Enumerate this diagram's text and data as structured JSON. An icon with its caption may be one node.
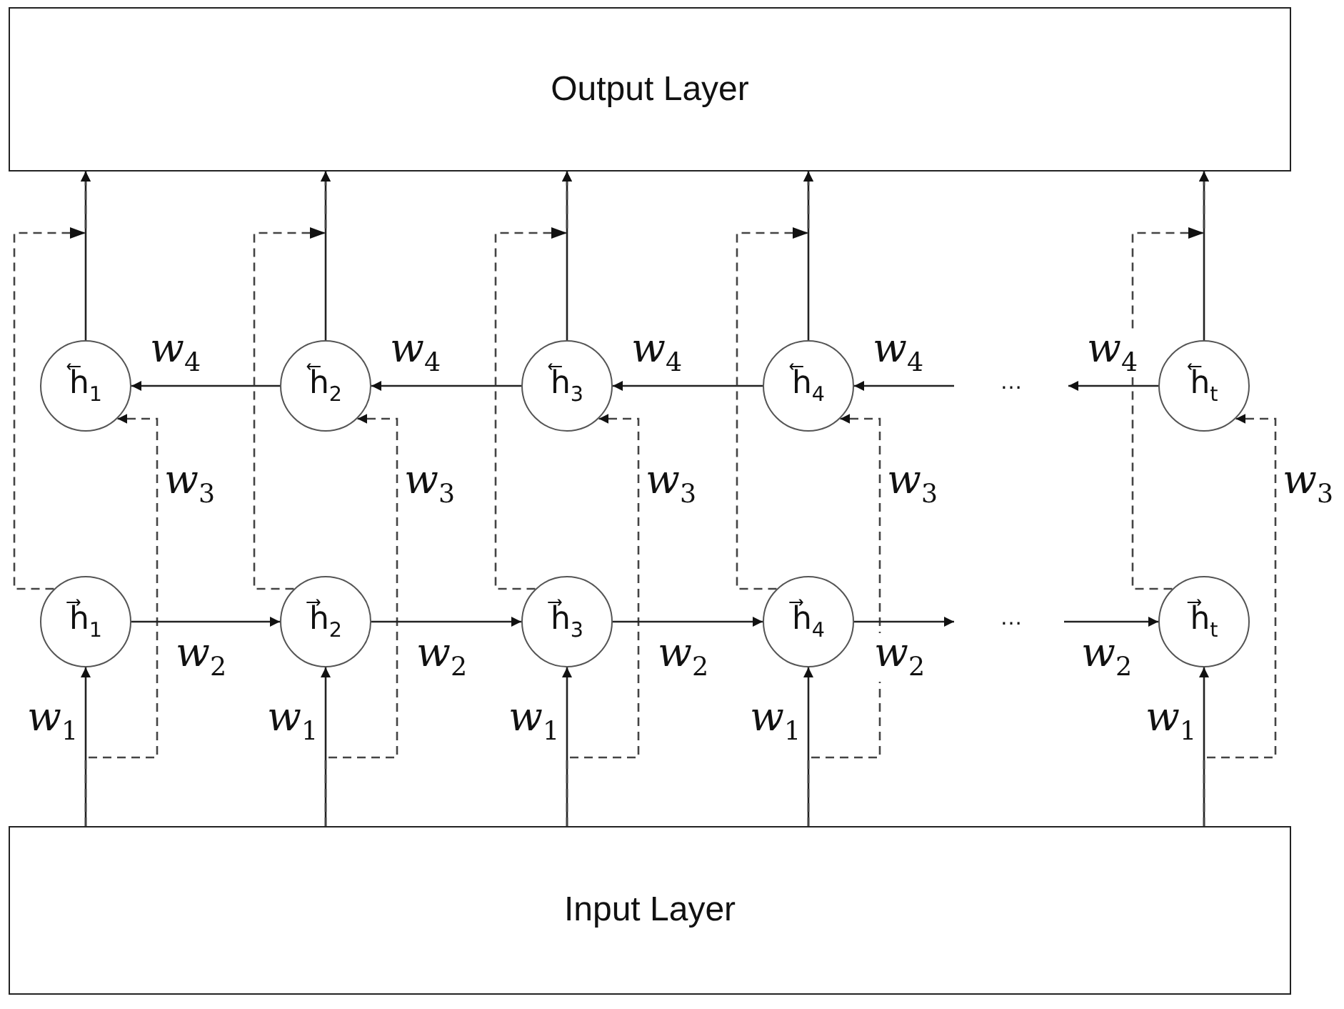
{
  "diagram": {
    "nodes": [
      {
        "text": [
          "Output Layer"
        ]
      },
      {
        "text": [
          "h⃖$_{1}$"
        ]
      },
      {
        "text": [
          "h⃖$_{2}$"
        ]
      },
      {
        "text": [
          "h⃖$_{3}$"
        ]
      },
      {
        "text": [
          "h⃖$_{4}$"
        ]
      },
      {
        "text": [
          "h⃖$_{t}$"
        ]
      },
      {
        "text": [
          "h⃗$_{1}$"
        ]
      },
      {
        "text": [
          "h⃗$_{2}$"
        ]
      },
      {
        "text": [
          "h⃗$_{3}$"
        ]
      },
      {
        "text": [
          "h⃗$_{4}$"
        ]
      },
      {
        "text": [
          "h⃗$_{t}$"
        ]
      },
      {
        "text": [
          "Input Layer"
        ]
      }
    ],
    "edges": [
      {
        "from": 11,
        "to": 6,
        "arrow": "to",
        "label": "*w*$_{1}$"
      },
      {
        "from": 11,
        "to": 7,
        "arrow": "to",
        "label": "*w*$_{1}$"
      },
      {
        "from": 11,
        "to": 8,
        "arrow": "to",
        "label": "*w*$_{1}$"
      },
      {
        "from": 11,
        "to": 9,
        "arrow": "to",
        "label": "*w*$_{1}$"
      },
      {
        "from": 11,
        "to": 10,
        "arrow": "to",
        "label": "*w*$_{1}$"
      },
      {
        "from": 11,
        "to": 1,
        "arrow": "to",
        "label": "*w*$_{3}$",
        "style": "dashed"
      },
      {
        "from": 11,
        "to": 2,
        "arrow": "to",
        "label": "*w*$_{3}$",
        "style": "dashed"
      },
      {
        "from": 11,
        "to": 3,
        "arrow": "to",
        "label": "*w*$_{3}$",
        "style": "dashed"
      },
      {
        "from": 11,
        "to": 4,
        "arrow": "to",
        "label": "*w*$_{3}$",
        "style": "dashed"
      },
      {
        "from": 11,
        "to": 5,
        "arrow": "to",
        "label": "*w*$_{3}$",
        "style": "dashed"
      },
      {
        "from": 6,
        "to": 7,
        "arrow": "to",
        "label": "*w*$_{2}$"
      },
      {
        "from": 7,
        "to": 8,
        "arrow": "to",
        "label": "*w*$_{2}$"
      },
      {
        "from": 8,
        "to": 9,
        "arrow": "to",
        "label": "*w*$_{2}$"
      },
      {
        "from": 9,
        "to": null,
        "arrow": "to",
        "label": "*w*$_{2}$"
      },
      {
        "from": null,
        "to": 10,
        "arrow": "to",
        "label": "*w*$_{2}$"
      },
      {
        "from": 2,
        "to": 1,
        "arrow": "to",
        "label": "*w*$_{4}$"
      },
      {
        "from": 3,
        "to": 2,
        "arrow": "to",
        "label": "*w*$_{4}$"
      },
      {
        "from": 4,
        "to": 3,
        "arrow": "to",
        "label": "*w*$_{4}$"
      },
      {
        "from": null,
        "to": 4,
        "arrow": "to",
        "label": "*w*$_{4}$"
      },
      {
        "from": 5,
        "to": null,
        "arrow": "to",
        "label": "*w*$_{4}$"
      },
      {
        "from": 1,
        "to": 0,
        "arrow": "to"
      },
      {
        "from": 2,
        "to": 0,
        "arrow": "to"
      },
      {
        "from": 3,
        "to": 0,
        "arrow": "to"
      },
      {
        "from": 4,
        "to": 0,
        "arrow": "to"
      },
      {
        "from": 5,
        "to": 0,
        "arrow": "to"
      },
      {
        "from": 6,
        "to": 0,
        "arrow": "to",
        "style": "dashed"
      },
      {
        "from": 7,
        "to": 0,
        "arrow": "to",
        "style": "dashed"
      },
      {
        "from": 8,
        "to": 0,
        "arrow": "to",
        "style": "dashed"
      },
      {
        "from": 9,
        "to": 0,
        "arrow": "to",
        "style": "dashed"
      },
      {
        "from": 10,
        "to": 0,
        "arrow": "to",
        "style": "dashed"
      }
    ],
    "labels": [
      "…",
      "…"
    ]
  }
}
